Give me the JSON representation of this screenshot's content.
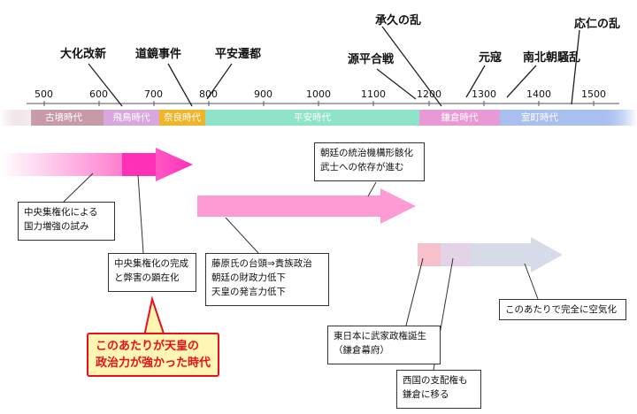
{
  "events": {
    "taika": "大化改新",
    "dokyo": "道鏡事件",
    "heian_sento": "平安遷都",
    "jokyu": "承久の乱",
    "genpei": "源平合戦",
    "genko": "元寇",
    "nanboku": "南北朝騒乱",
    "onin": "応仁の乱"
  },
  "years": [
    "500",
    "600",
    "700",
    "800",
    "900",
    "1000",
    "1100",
    "1200",
    "1300",
    "1400",
    "1500"
  ],
  "eras": {
    "kofun": "古墳時代",
    "asuka": "飛鳥時代",
    "nara": "奈良時代",
    "heian": "平安時代",
    "kamakura": "鎌倉時代",
    "muromachi": "室町時代"
  },
  "era_colors": {
    "kofun": "#c79aa8",
    "asuka": "#d7a7dd",
    "nara": "#f0b429",
    "heian": "#8fe3c8",
    "kamakura": "#e89ad6",
    "muromachi": "#a9bff0"
  },
  "arrow_colors": {
    "first": "#ff2fb8",
    "second": "#ff8fcf",
    "third_light": "#f6b8c8",
    "third_main": "#cfd5e3"
  },
  "notes": {
    "n1_l1": "中央集権化による",
    "n1_l2": "国力増強の試み",
    "n2_l1": "中央集権化の完成",
    "n2_l2": "と弊害の顕在化",
    "n3_l1": "朝廷の統治機構形骸化",
    "n3_l2": "武士への依存が進む",
    "n4_l1": "藤原氏の台頭⇒貴族政治",
    "n4_l2": "朝廷の財政力低下",
    "n4_l3": "天皇の発言力低下",
    "n5_l1": "東日本に武家政権誕生",
    "n5_l2": "（鎌倉幕府）",
    "n6_l1": "西国の支配権も",
    "n6_l2": "鎌倉に移る",
    "n7": "このあたりで完全に空気化"
  },
  "highlight": {
    "l1": "このあたりが天皇の",
    "l2": "政治力が強かった時代",
    "border": "#e8101a",
    "fill": "#fff6b3"
  }
}
